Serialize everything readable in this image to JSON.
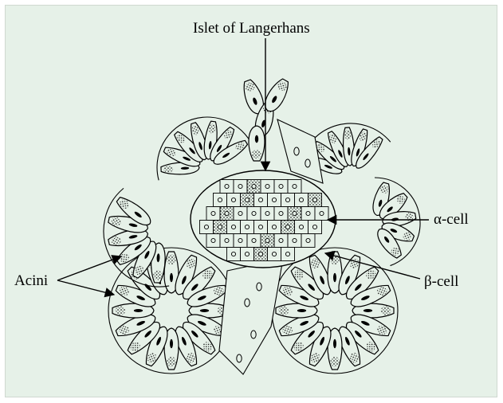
{
  "figure": {
    "labels": {
      "islet": "Islet of Langerhans",
      "alpha": "α-cell",
      "beta": "β-cell",
      "acini": "Acini"
    }
  },
  "colors": {
    "background": "#e6f1e8",
    "line": "#000000",
    "cell_fill": "#e6f1e8"
  }
}
